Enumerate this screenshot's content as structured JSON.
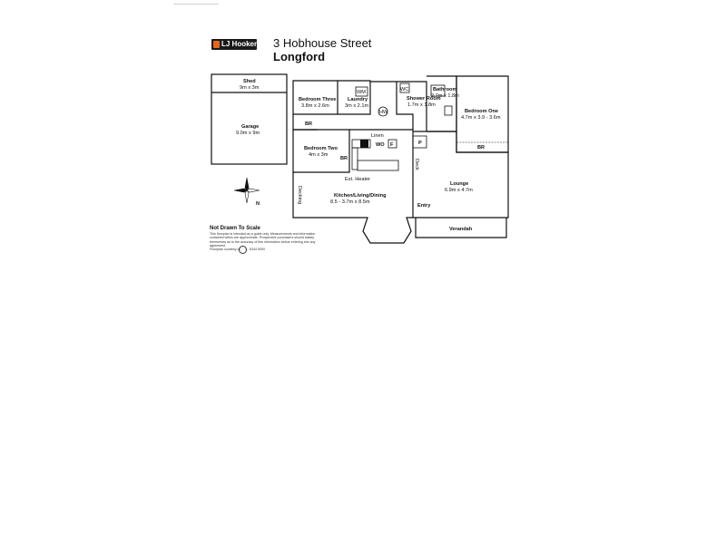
{
  "header": {
    "brand": "LJ Hooker",
    "address_line1": "3 Hobhouse Street",
    "address_line2": "Longford"
  },
  "rooms": {
    "shed_name": "Shed",
    "shed_size": "9m x 3m",
    "garage_name": "Garage",
    "garage_size": "9.0m x 9m",
    "bedroom3_name": "Bedroom Three",
    "bedroom3_size": "3.8m x 2.6m",
    "laundry_name": "Laundry",
    "laundry_size": "3m x 2.1m",
    "shower_name": "Shower Room",
    "shower_size": "1.7m x 1.8m",
    "bathroom_name": "Bathroom",
    "bathroom_size": "2.7m x 1.8m",
    "bedroom1_name": "Bedroom One",
    "bedroom1_size": "4.7m x 3.9 - 3.6m",
    "bedroom2_name": "Bedroom Two",
    "bedroom2_size": "4m x 3m",
    "kitchen_name": "Kitchen/Living/Dining",
    "kitchen_size": "8.5 - 3.7m x 8.5m",
    "lounge_name": "Lounge",
    "lounge_size": "6.9m x 4.7m",
    "verandah": "Verandah",
    "entry": "Entry",
    "linen": "Linen",
    "wo": "WO",
    "f": "F",
    "p": "P",
    "br": "BR",
    "wm": "WM",
    "wc": "WC",
    "hw": "HW",
    "ext_heater": "Ext. Heater",
    "deck": "Deck",
    "decking": "Decking",
    "north": "N"
  },
  "notes": {
    "not_to_scale": "Not Drawn To Scale",
    "disclaimer": "This floorplan is intended as a guide only. Measurements and information contained within are approximate. Prospective purchasers should satisfy themselves as to the accuracy of this information before entering into any agreement.",
    "prepared_by": "Floorplan courtesy of",
    "phone": "6344 9000"
  }
}
